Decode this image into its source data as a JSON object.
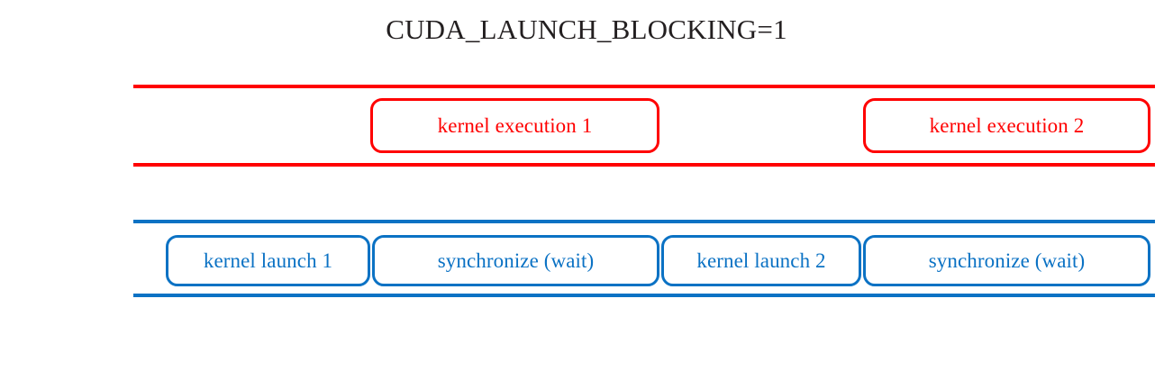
{
  "title": "CUDA_LAUNCH_BLOCKING=1",
  "colors": {
    "gpu_red": "#ff0000",
    "cpu_blue": "#0b72c4",
    "title_text": "#231f20",
    "background": "#ffffff"
  },
  "rows": {
    "gpu": {
      "rail_color": "#ff0000",
      "boxes": [
        {
          "label": "kernel execution 1"
        },
        {
          "label": "kernel execution 2"
        }
      ]
    },
    "cpu": {
      "rail_color": "#0b72c4",
      "boxes": [
        {
          "label": "kernel launch 1"
        },
        {
          "label": "synchronize (wait)"
        },
        {
          "label": "kernel launch 2"
        },
        {
          "label": "synchronize (wait)"
        }
      ]
    }
  }
}
